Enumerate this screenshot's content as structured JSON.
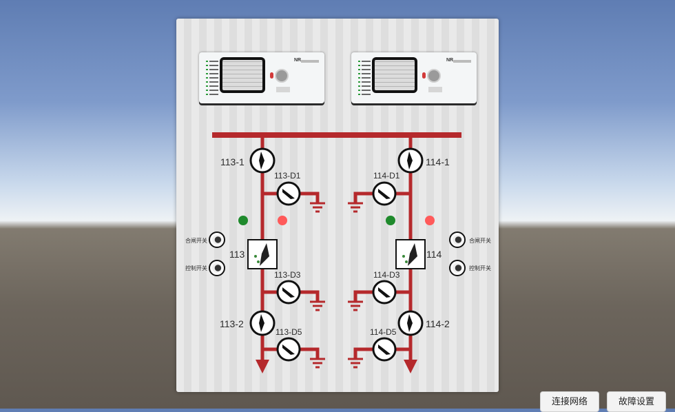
{
  "left": {
    "isolator_top": "113-1",
    "earth_d1": "113-D1",
    "breaker": "113",
    "earth_d3": "113-D3",
    "isolator_bottom": "113-2",
    "earth_d5": "113-D5",
    "close_switch": "合闸开关",
    "control_switch": "控制开关",
    "lamp_green": "#1f8a2c",
    "lamp_red": "#ff5a5a"
  },
  "right": {
    "isolator_top": "114-1",
    "earth_d1": "114-D1",
    "breaker": "114",
    "earth_d3": "114-D3",
    "isolator_bottom": "114-2",
    "earth_d5": "114-D5",
    "close_switch": "合闸开关",
    "control_switch": "控制开关",
    "lamp_green": "#1f8a2c",
    "lamp_red": "#ff5a5a"
  },
  "relay_brand": "NR",
  "busbar_color": "#b5292c",
  "buttons": {
    "connect_network": "连接网络",
    "fault_settings": "故障设置"
  }
}
